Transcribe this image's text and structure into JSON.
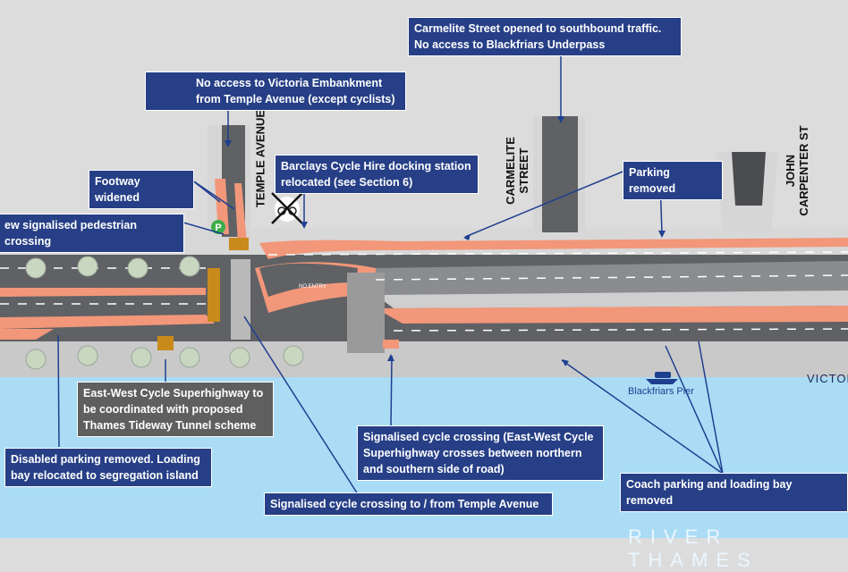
{
  "colors": {
    "river": "#aadcf5",
    "road": "#5f6164",
    "pavement": "#cfcfcf",
    "cycle_track": "#f2977a",
    "callout_bg": "#263f86",
    "callout_grey": "#5f5f5f",
    "leader_line": "#1f3f8f",
    "no_entry_red": "#d9151b",
    "parking_green": "#3cae4a"
  },
  "icons": [
    "no-entry-icon",
    "parking-icon",
    "cycle-hire-icon",
    "boat-icon",
    "tree-icon"
  ],
  "callouts": {
    "no_access": "No access to Victoria Embankment\nfrom Temple Avenue (except cyclists)",
    "carmelite_opened": "Carmelite Street opened to southbound traffic.\nNo access to Blackfriars Underpass",
    "footway_widened": "Footway widened",
    "cycle_hire": "Barclays Cycle Hire docking station\n relocated (see Section 6)",
    "parking_removed": "Parking removed",
    "ped_crossing": "ew signalised pedestrian crossing",
    "cycle_superhighway": "East-West Cycle Superhighway to\nbe coordinated with proposed\nThames Tideway Tunnel scheme",
    "disabled_parking": "Disabled parking removed. Loading\nbay relocated to segregation island",
    "signalised_cycle_crossing": "Signalised cycle crossing (East-West Cycle\nSuperhighway crosses between northern\nand southern side of road)",
    "cycle_crossing_temple": "Signalised cycle crossing to / from Temple Avenue",
    "coach_parking": "Coach parking and loading bay removed"
  },
  "streets": {
    "temple_avenue": "TEMPLE AVENUE",
    "carmelite": "CARMELITE\nSTREET",
    "john_carpenter": "JOHN\nCARPENTER ST"
  },
  "map_labels": {
    "blackfriars_pier": "Blackfriars Pier",
    "victoria": "VICTOR",
    "river_thames": "RIVER THAMES",
    "parking_sign": "P",
    "no_entry_marking": "NO ENTRY"
  }
}
